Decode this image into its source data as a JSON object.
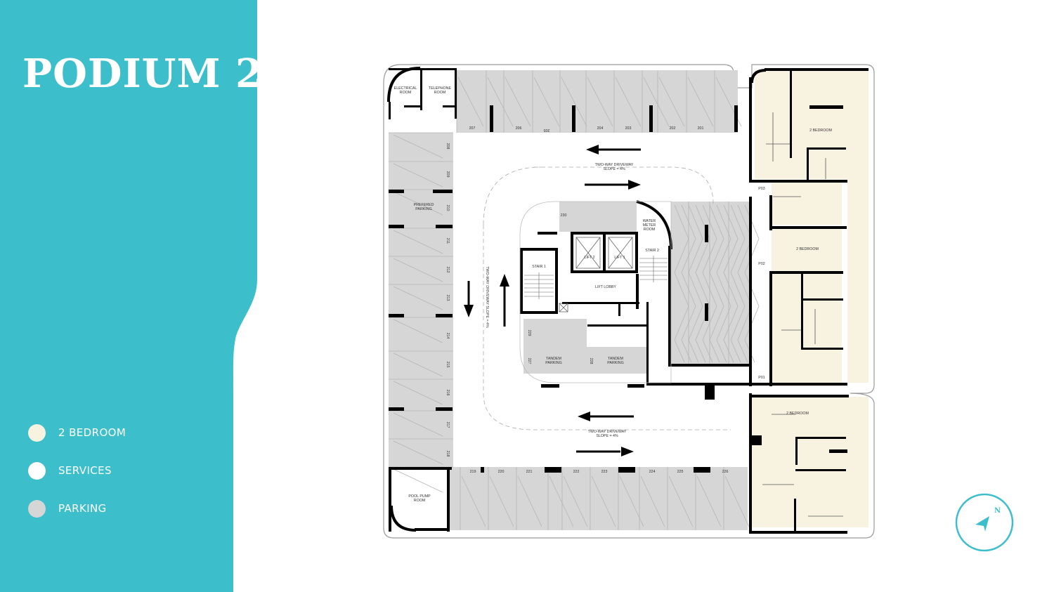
{
  "page": {
    "title": "PODIUM 2"
  },
  "legend": [
    {
      "label": "2 BEDROOM",
      "color": "#f8f2e1"
    },
    {
      "label": "SERVICES",
      "color": "#ffffff"
    },
    {
      "label": "PARKING",
      "color": "#d6d6d6"
    }
  ],
  "colors": {
    "panel": "#3dbfcb",
    "bedroom": "#f8f2e1",
    "parking": "#d6d6d6",
    "wall": "#000000"
  },
  "plan": {
    "rooms": {
      "electrical": [
        "ELECTRICAL",
        "ROOM"
      ],
      "telephone": [
        "TELEPHONE",
        "ROOM"
      ],
      "preferred": [
        "PREFERED",
        "PARKING"
      ],
      "water_meter": [
        "WATER",
        "METER",
        "ROOM"
      ],
      "pool_pump": [
        "POOL PUMP",
        "ROOM"
      ],
      "stair1": "STAIR 1",
      "stair2": "STAIR 2",
      "lift1": "LIFT 1",
      "lift2": "LIFT 2",
      "lift_lobby": "LIFT LOBBY",
      "tandem1": [
        "TANDEM",
        "PARKING"
      ],
      "tandem2": [
        "TANDEM",
        "PARKING"
      ]
    },
    "driveway": [
      "TWO-WAY DRIVEWAY",
      "SLOPE = 4%"
    ],
    "driveway_left": "TWO-WAY DRIVEWAY SLOPE = 4%",
    "bedroom_label": "2 BEDROOM",
    "points": [
      "P03",
      "P02",
      "P01"
    ],
    "top_bays": [
      "207",
      "206",
      "205",
      "204",
      "203",
      "202",
      "201"
    ],
    "left_bays": [
      "208",
      "209",
      "210",
      "211",
      "212",
      "213",
      "214",
      "215",
      "216",
      "217",
      "218"
    ],
    "bottom_bays": [
      "219",
      "220",
      "221",
      "222",
      "223",
      "224",
      "225",
      "226"
    ],
    "inner_bays": [
      "230",
      "229",
      "227",
      "228"
    ]
  },
  "compass": {
    "north": "N"
  }
}
